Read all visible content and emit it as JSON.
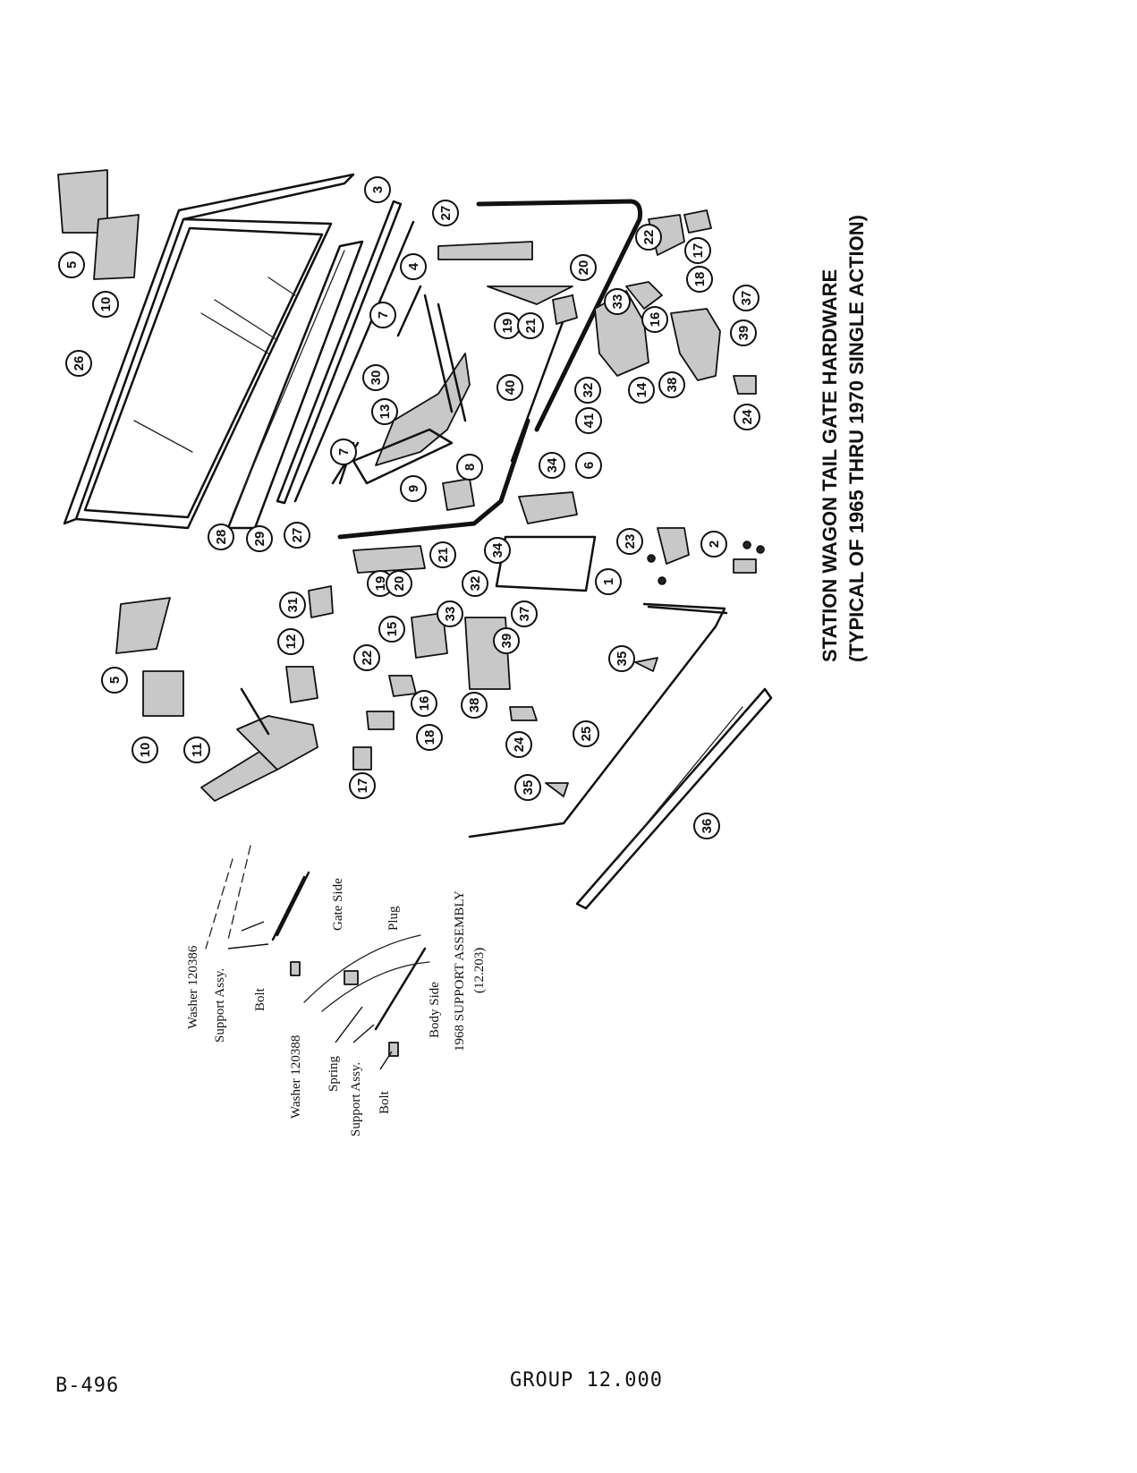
{
  "title": {
    "line1": "STATION WAGON TAIL GATE HARDWARE",
    "line2": "(TYPICAL OF 1965 THRU 1970 SINGLE ACTION)"
  },
  "callouts": [
    "1",
    "2",
    "3",
    "4",
    "5",
    "5",
    "6",
    "7",
    "7",
    "8",
    "9",
    "10",
    "10",
    "11",
    "12",
    "13",
    "14",
    "15",
    "16",
    "16",
    "17",
    "17",
    "18",
    "18",
    "19",
    "19",
    "20",
    "20",
    "21",
    "21",
    "22",
    "22",
    "23",
    "24",
    "24",
    "25",
    "26",
    "27",
    "27",
    "28",
    "29",
    "30",
    "31",
    "32",
    "32",
    "33",
    "33",
    "34",
    "34",
    "35",
    "35",
    "36",
    "37",
    "37",
    "38",
    "38",
    "39",
    "39",
    "40",
    "41"
  ],
  "inset": {
    "title": "1968 SUPPORT ASSEMBLY",
    "ref": "(12.203)",
    "labels": [
      "Washer 120386",
      "Support Assy.",
      "Bolt",
      "Washer 120388",
      "Spring",
      "Support Assy.",
      "Bolt",
      "Body Side",
      "Gate Side",
      "Plug"
    ]
  },
  "footer": {
    "page": "B-496",
    "group": "GROUP 12.000"
  }
}
